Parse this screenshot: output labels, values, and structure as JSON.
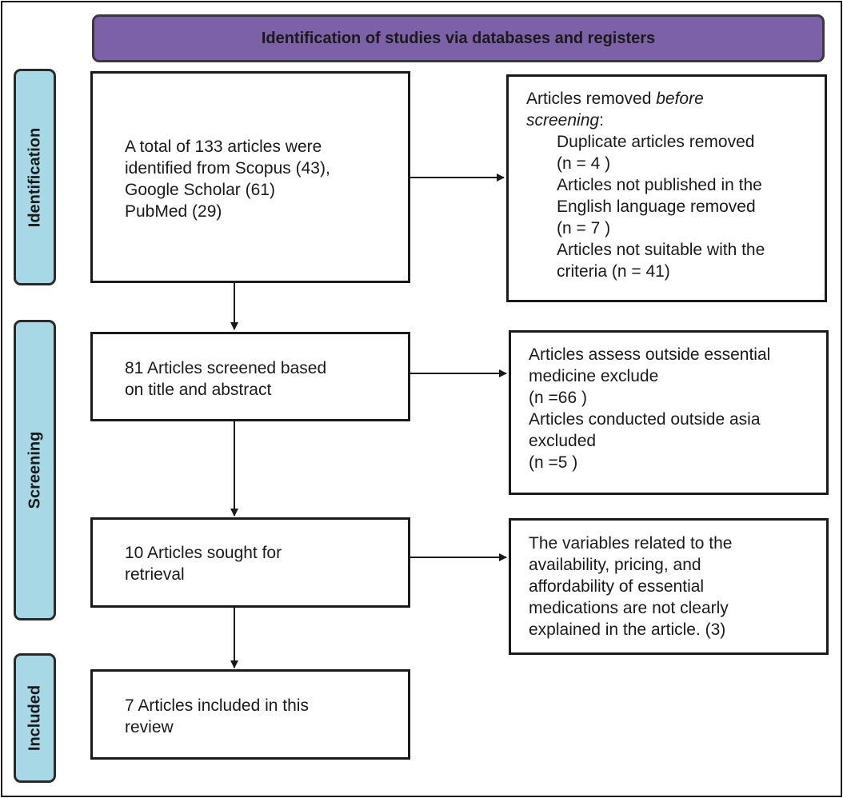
{
  "banner": {
    "title": "Identification of studies via databases and registers"
  },
  "phases": {
    "identification": "Identification",
    "screening": "Screening",
    "included": "Included"
  },
  "flow": {
    "identified": {
      "line1": "A total of 133 articles were",
      "line2": "identified from Scopus (43),",
      "line3": "Google Scholar (61)",
      "line4": "PubMed (29)"
    },
    "removed_before": {
      "heading_a": "Articles removed ",
      "heading_em": "before",
      "heading_em2": "screening",
      "heading_colon": ":",
      "dup_label_1": "Duplicate articles removed",
      "dup_n": "(n = 4 )",
      "lang_label_1": "Articles not published in the",
      "lang_label_2": "English language  removed",
      "lang_n": "(n = 7 )",
      "criteria_label_1": "Articles not suitable with the",
      "criteria_label_2": "criteria (n = 41)"
    },
    "screened": {
      "line1": "81 Articles screened based",
      "line2": "on title and abstract"
    },
    "excluded_screening": {
      "l1": "Articles assess outside essential",
      "l2": "medicine exclude",
      "l3": "(n =66 )",
      "l4": "Articles conducted outside asia",
      "l5": "excluded",
      "l6": "(n =5 )"
    },
    "sought": {
      "line1": "10 Articles sought for",
      "line2": "retrieval"
    },
    "not_retrieved": {
      "l1": "The variables related to the",
      "l2": "availability, pricing, and",
      "l3": "affordability of essential",
      "l4": "medications are not clearly",
      "l5": "explained in the article. (3)"
    },
    "included": {
      "line1": "7 Articles included in this",
      "line2": "review"
    }
  }
}
